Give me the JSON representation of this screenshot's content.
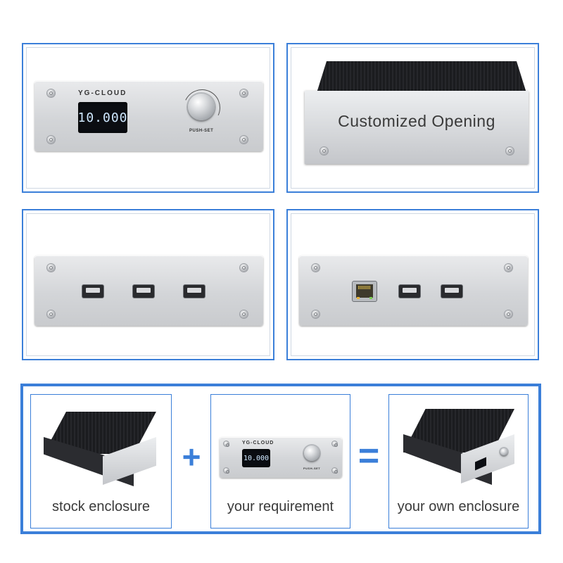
{
  "top_left": {
    "brand": "YG-CLOUD",
    "lcd_text": "10.000",
    "knob_label": "PUSH-SET"
  },
  "top_right": {
    "label": "Customized Opening"
  },
  "bottom": {
    "stock": {
      "caption": "stock enclosure"
    },
    "requirement": {
      "caption": "your requirement",
      "brand": "YG-CLOUD",
      "lcd_text": "10.000",
      "knob_label": "PUSH-SET"
    },
    "result": {
      "caption": "your own enclosure"
    },
    "plus_symbol": "+",
    "equals_symbol": "="
  },
  "colors": {
    "accent_blue": "#3b7fd9"
  }
}
